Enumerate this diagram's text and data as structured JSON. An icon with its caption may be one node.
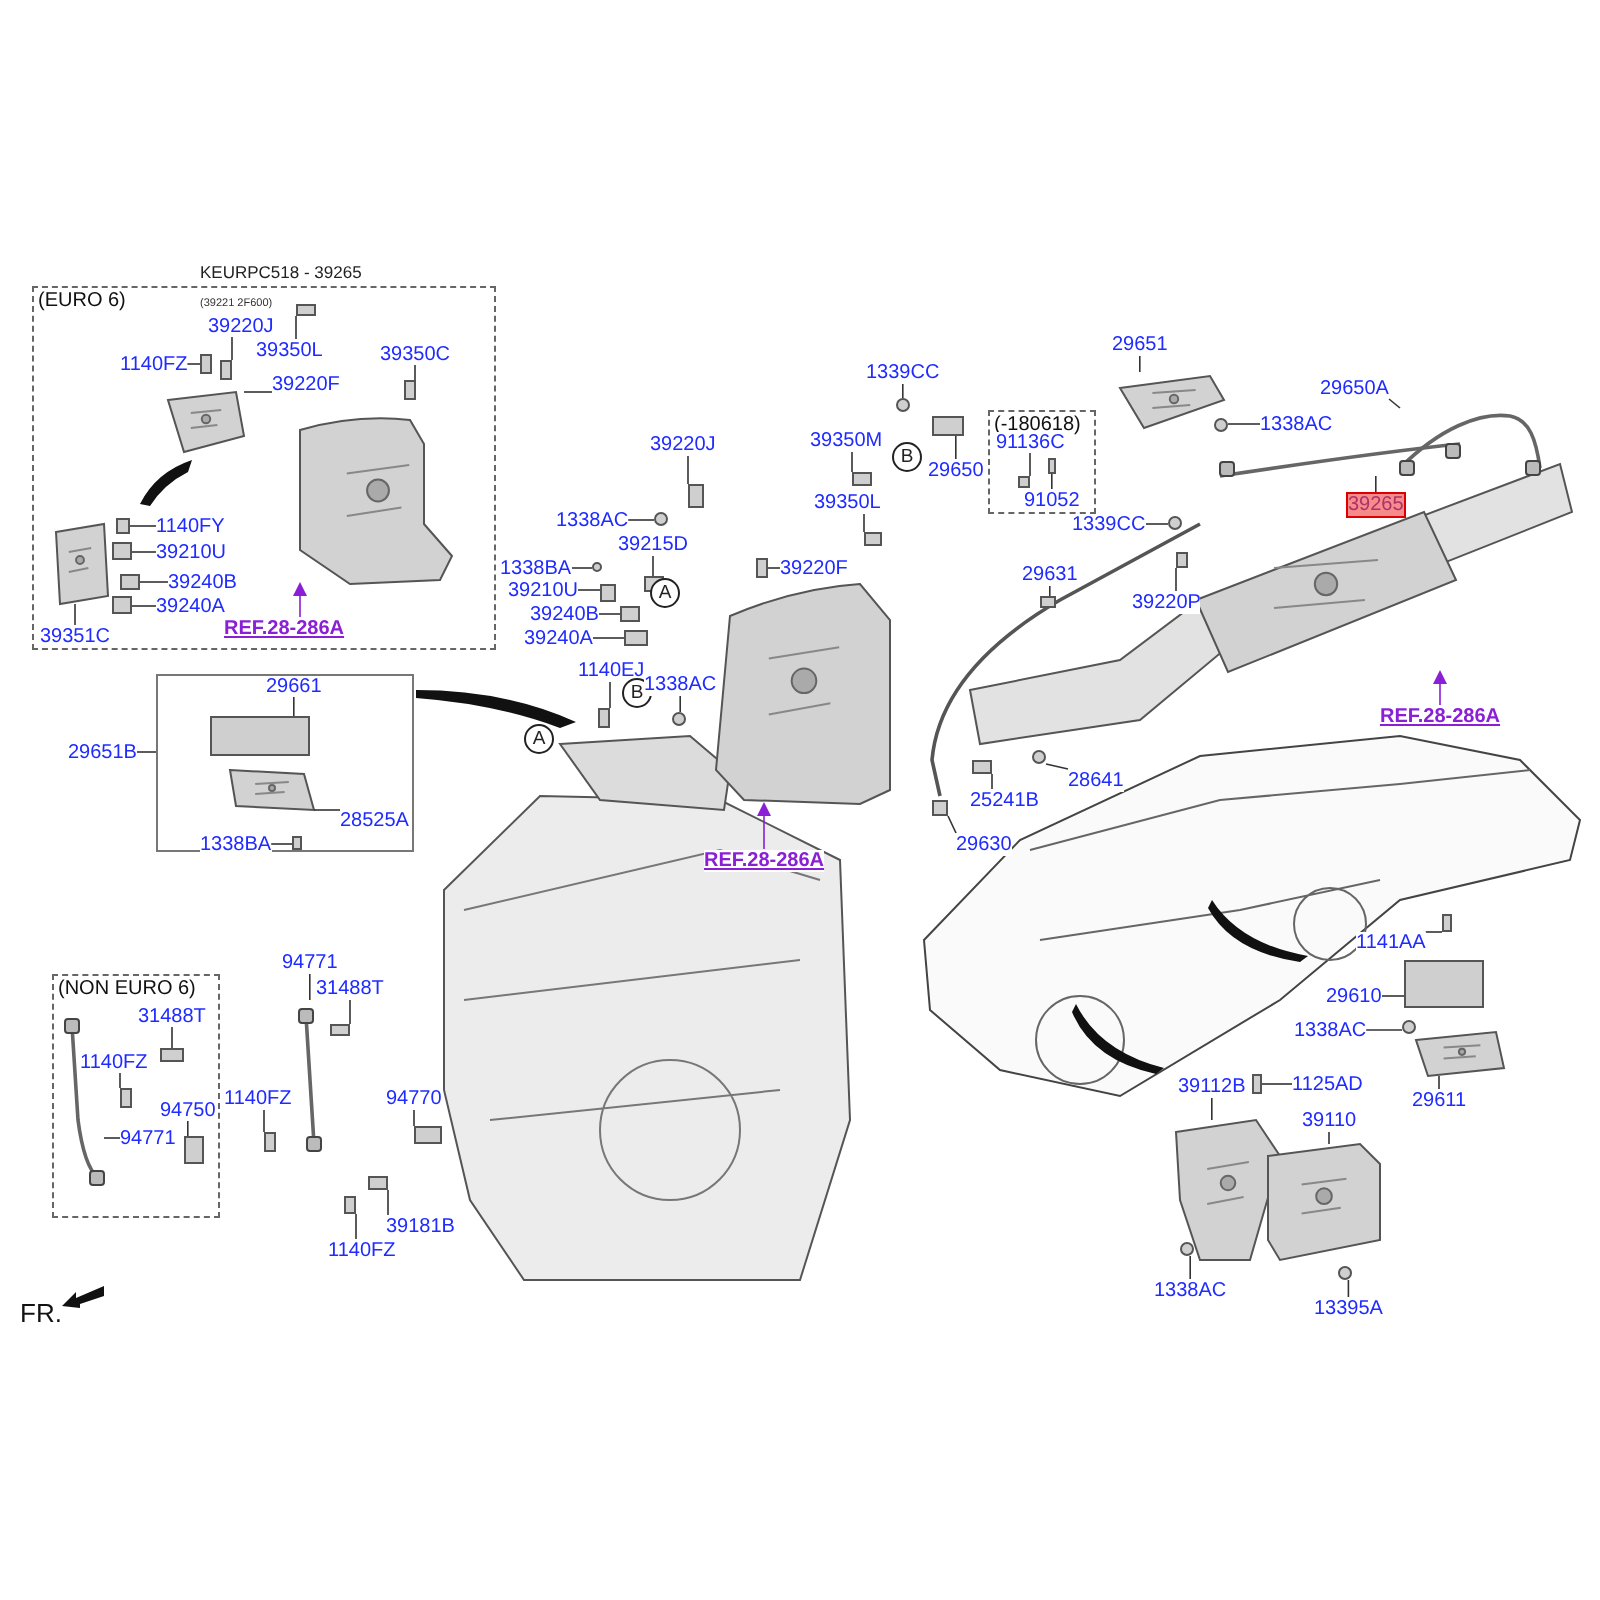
{
  "diagram": {
    "title": "KEURPC518 - 39265",
    "nodes": [
      {
        "text": [
          "(EURO 6)"
        ]
      },
      {
        "text": [
          "(39221 2F600)"
        ],
        "in": 0
      },
      {
        "text": [
          "39220J"
        ],
        "in": 0
      },
      {
        "text": [
          "39350L"
        ],
        "in": 0
      },
      {
        "text": [
          "1140FZ"
        ],
        "in": 0
      },
      {
        "text": [
          "39350C"
        ],
        "in": 0
      },
      {
        "text": [
          "39220F"
        ],
        "in": 0
      },
      {
        "text": [
          "1140FY"
        ],
        "in": 0
      },
      {
        "text": [
          "39210U"
        ],
        "in": 0
      },
      {
        "text": [
          "39240B"
        ],
        "in": 0
      },
      {
        "text": [
          "39240A"
        ],
        "in": 0
      },
      {
        "text": [
          "39351C"
        ],
        "in": 0
      },
      {
        "text": [
          "REF.28-286A"
        ],
        "in": 0
      },
      {
        "text": [],
        "shape": "box"
      },
      {
        "text": [
          "29651B"
        ]
      },
      {
        "text": [
          "29661"
        ],
        "in": 13
      },
      {
        "text": [
          "28525A"
        ],
        "in": 13
      },
      {
        "text": [
          "1338BA"
        ],
        "in": 13
      },
      {
        "text": [
          "(NON EURO 6)"
        ]
      },
      {
        "text": [
          "31488T"
        ],
        "in": 18
      },
      {
        "text": [
          "1140FZ"
        ],
        "in": 18
      },
      {
        "text": [
          "94750"
        ],
        "in": 18
      },
      {
        "text": [
          "94771"
        ],
        "in": 18
      },
      {
        "text": [
          "94771"
        ]
      },
      {
        "text": [
          "31488T"
        ]
      },
      {
        "text": [
          "1140FZ"
        ]
      },
      {
        "text": [
          "94770"
        ]
      },
      {
        "text": [
          "39181B"
        ]
      },
      {
        "text": [
          "1140FZ"
        ]
      },
      {
        "text": [
          "A"
        ]
      },
      {
        "text": [
          "39220J"
        ]
      },
      {
        "text": [
          "1338AC"
        ]
      },
      {
        "text": [
          "39215D"
        ]
      },
      {
        "text": [
          "1338BA"
        ]
      },
      {
        "text": [
          "39210U"
        ]
      },
      {
        "text": [
          "A"
        ]
      },
      {
        "text": [
          "39240B"
        ]
      },
      {
        "text": [
          "39240A"
        ]
      },
      {
        "text": [
          "1140EJ"
        ]
      },
      {
        "text": [
          "B"
        ]
      },
      {
        "text": [
          "1338AC"
        ]
      },
      {
        "text": [
          "REF.28-286A"
        ]
      },
      {
        "text": [
          "39350M"
        ]
      },
      {
        "text": [
          "39350L"
        ]
      },
      {
        "text": [
          "39220F"
        ]
      },
      {
        "text": [
          "1339CC"
        ]
      },
      {
        "text": [
          "B"
        ]
      },
      {
        "text": [
          "29650"
        ]
      },
      {
        "text": [
          "(-180618)"
        ]
      },
      {
        "text": [
          "91136C"
        ],
        "in": 48
      },
      {
        "text": [
          "91052"
        ],
        "in": 48
      },
      {
        "text": [
          "29651"
        ]
      },
      {
        "text": [
          "1338AC"
        ]
      },
      {
        "text": [
          "29650A"
        ]
      },
      {
        "text": [
          "39265"
        ]
      },
      {
        "text": [
          "1339CC"
        ]
      },
      {
        "text": [
          "29631"
        ]
      },
      {
        "text": [
          "39220P"
        ]
      },
      {
        "text": [
          "REF.28-286A"
        ]
      },
      {
        "text": [
          "28641"
        ]
      },
      {
        "text": [
          "25241B"
        ]
      },
      {
        "text": [
          "29630"
        ]
      },
      {
        "text": [
          "1141AA"
        ]
      },
      {
        "text": [
          "29610"
        ]
      },
      {
        "text": [
          "1338AC"
        ]
      },
      {
        "text": [
          "29611"
        ]
      },
      {
        "text": [
          "39112B"
        ]
      },
      {
        "text": [
          "1125AD"
        ]
      },
      {
        "text": [
          "39110"
        ]
      },
      {
        "text": [
          "1338AC"
        ]
      },
      {
        "text": [
          "13395A"
        ]
      },
      {
        "text": [],
        "shape": "arrow",
        "in": 0
      },
      {
        "text": [],
        "shape": "arrow"
      },
      {
        "text": [],
        "shape": "arrow"
      },
      {
        "text": [],
        "shape": "arrow"
      },
      {
        "text": [],
        "shape": "box",
        "in": 0
      },
      {
        "text": [],
        "shape": "box",
        "in": 0
      },
      {
        "text": [],
        "shape": "box",
        "in": 0
      },
      {
        "text": [],
        "shape": "box",
        "in": 0
      },
      {
        "text": [],
        "shape": "picture",
        "in": 0
      },
      {
        "text": [],
        "shape": "box",
        "in": 0
      },
      {
        "text": [],
        "shape": "box",
        "in": 0
      },
      {
        "text": [],
        "shape": "box",
        "in": 0
      },
      {
        "text": [],
        "shape": "box",
        "in": 0
      },
      {
        "text": [],
        "shape": "picture",
        "in": 0
      },
      {
        "text": [],
        "shape": "picture",
        "in": 0
      },
      {
        "text": [],
        "shape": "box",
        "in": 13
      },
      {
        "text": [],
        "shape": "picture",
        "in": 13
      },
      {
        "text": [],
        "shape": "box",
        "in": 13
      },
      {
        "text": [],
        "shape": "box",
        "in": 18
      },
      {
        "text": [],
        "shape": "box",
        "in": 18
      },
      {
        "text": [],
        "shape": "box",
        "in": 18
      },
      {
        "text": [],
        "shape": "picture",
        "in": 18
      },
      {
        "text": [],
        "shape": "picture"
      },
      {
        "text": [],
        "shape": "box"
      },
      {
        "text": [],
        "shape": "box"
      },
      {
        "text": [],
        "shape": "box"
      },
      {
        "text": [],
        "shape": "box"
      },
      {
        "text": [],
        "shape": "box"
      },
      {
        "text": [],
        "shape": "box"
      },
      {
        "text": [],
        "shape": "circle"
      },
      {
        "text": [],
        "shape": "box"
      },
      {
        "text": [],
        "shape": "circle"
      },
      {
        "text": [],
        "shape": "box"
      },
      {
        "text": [],
        "shape": "box"
      },
      {
        "text": [],
        "shape": "box"
      },
      {
        "text": [],
        "shape": "box"
      },
      {
        "text": [],
        "shape": "circle"
      },
      {
        "text": [],
        "shape": "picture"
      },
      {
        "text": [],
        "shape": "box"
      },
      {
        "text": [],
        "shape": "box"
      },
      {
        "text": [],
        "shape": "box"
      },
      {
        "text": [],
        "shape": "circle"
      },
      {
        "text": [],
        "shape": "box"
      },
      {
        "text": [],
        "shape": "box",
        "in": 48
      },
      {
        "text": [],
        "shape": "box",
        "in": 48
      },
      {
        "text": [],
        "shape": "picture"
      },
      {
        "text": [],
        "shape": "circle"
      },
      {
        "text": [],
        "shape": "picture"
      },
      {
        "text": [],
        "shape": "picture"
      },
      {
        "text": [],
        "shape": "circle"
      },
      {
        "text": [],
        "shape": "box"
      },
      {
        "text": [],
        "shape": "box"
      },
      {
        "text": [],
        "shape": "picture"
      },
      {
        "text": [],
        "shape": "circle"
      },
      {
        "text": [],
        "shape": "box"
      },
      {
        "text": [],
        "shape": "box"
      },
      {
        "text": [],
        "shape": "box"
      },
      {
        "text": [],
        "shape": "box"
      },
      {
        "text": [],
        "shape": "circle"
      },
      {
        "text": [],
        "shape": "picture"
      },
      {
        "text": [],
        "shape": "picture"
      },
      {
        "text": [],
        "shape": "box"
      },
      {
        "text": [],
        "shape": "picture"
      },
      {
        "text": [],
        "shape": "circle"
      },
      {
        "text": [],
        "shape": "circle"
      }
    ],
    "edges": [
      {
        "from": 2,
        "to": 75,
        "arrow": "none"
      },
      {
        "from": 3,
        "to": 76,
        "arrow": "none"
      },
      {
        "from": 4,
        "to": 77,
        "arrow": "none"
      },
      {
        "from": 5,
        "to": 78,
        "arrow": "none"
      },
      {
        "from": 6,
        "to": 79,
        "arrow": "none"
      },
      {
        "from": 7,
        "to": 80,
        "arrow": "none"
      },
      {
        "from": 8,
        "to": 81,
        "arrow": "none"
      },
      {
        "from": 9,
        "to": 82,
        "arrow": "none"
      },
      {
        "from": 10,
        "to": 83,
        "arrow": "none"
      },
      {
        "from": 11,
        "to": 84,
        "arrow": "none"
      },
      {
        "from": 12,
        "to": 85,
        "arrow": "to",
        "color": "#8a1fd6"
      },
      {
        "from": 14,
        "to": 13,
        "arrow": "none"
      },
      {
        "from": 15,
        "to": 86,
        "arrow": "none"
      },
      {
        "from": 16,
        "to": 87,
        "arrow": "none"
      },
      {
        "from": 17,
        "to": 88,
        "arrow": "none"
      },
      {
        "from": 19,
        "to": 89,
        "arrow": "none"
      },
      {
        "from": 20,
        "to": 90,
        "arrow": "none"
      },
      {
        "from": 21,
        "to": 91,
        "arrow": "none"
      },
      {
        "from": 22,
        "to": 92,
        "arrow": "none"
      },
      {
        "from": 23,
        "to": 93,
        "arrow": "none"
      },
      {
        "from": 24,
        "to": 94,
        "arrow": "none"
      },
      {
        "from": 25,
        "to": 95,
        "arrow": "none"
      },
      {
        "from": 26,
        "to": 96,
        "arrow": "none"
      },
      {
        "from": 27,
        "to": 97,
        "arrow": "none"
      },
      {
        "from": 28,
        "to": 98,
        "arrow": "none"
      },
      {
        "from": 30,
        "to": 99,
        "arrow": "none"
      },
      {
        "from": 31,
        "to": 100,
        "arrow": "none"
      },
      {
        "from": 32,
        "to": 101,
        "arrow": "none"
      },
      {
        "from": 33,
        "to": 102,
        "arrow": "none"
      },
      {
        "from": 34,
        "to": 103,
        "arrow": "none"
      },
      {
        "from": 36,
        "to": 104,
        "arrow": "none"
      },
      {
        "from": 37,
        "to": 105,
        "arrow": "none"
      },
      {
        "from": 38,
        "to": 106,
        "arrow": "none"
      },
      {
        "from": 40,
        "to": 107,
        "arrow": "none"
      },
      {
        "from": 41,
        "to": 108,
        "arrow": "to",
        "color": "#8a1fd6"
      },
      {
        "from": 42,
        "to": 109,
        "arrow": "none"
      },
      {
        "from": 43,
        "to": 110,
        "arrow": "none"
      },
      {
        "from": 44,
        "to": 111,
        "arrow": "none"
      },
      {
        "from": 45,
        "to": 112,
        "arrow": "none"
      },
      {
        "from": 47,
        "to": 113,
        "arrow": "none"
      },
      {
        "from": 49,
        "to": 114,
        "arrow": "none"
      },
      {
        "from": 50,
        "to": 115,
        "arrow": "none"
      },
      {
        "from": 51,
        "to": 116,
        "arrow": "none"
      },
      {
        "from": 52,
        "to": 117,
        "arrow": "none"
      },
      {
        "from": 53,
        "to": 118,
        "arrow": "none"
      },
      {
        "from": 54,
        "to": 119,
        "arrow": "none"
      },
      {
        "from": 55,
        "to": 120,
        "arrow": "none"
      },
      {
        "from": 56,
        "to": 121,
        "arrow": "none"
      },
      {
        "from": 57,
        "to": 122,
        "arrow": "none"
      },
      {
        "from": 58,
        "to": 123,
        "arrow": "to",
        "color": "#8a1fd6"
      },
      {
        "from": 59,
        "to": 124,
        "arrow": "none"
      },
      {
        "from": 60,
        "to": 125,
        "arrow": "none"
      },
      {
        "from": 61,
        "to": 126,
        "arrow": "none"
      },
      {
        "from": 62,
        "to": 127,
        "arrow": "none"
      },
      {
        "from": 63,
        "to": 128,
        "arrow": "none"
      },
      {
        "from": 64,
        "to": 129,
        "arrow": "none"
      },
      {
        "from": 65,
        "to": 130,
        "arrow": "none"
      },
      {
        "from": 66,
        "to": 131,
        "arrow": "none"
      },
      {
        "from": 67,
        "to": 132,
        "arrow": "none"
      },
      {
        "from": 68,
        "to": 133,
        "arrow": "none"
      },
      {
        "from": 69,
        "to": 134,
        "arrow": "none"
      },
      {
        "from": 70,
        "to": 135,
        "arrow": "none"
      }
    ],
    "labels": [
      "FR."
    ]
  }
}
